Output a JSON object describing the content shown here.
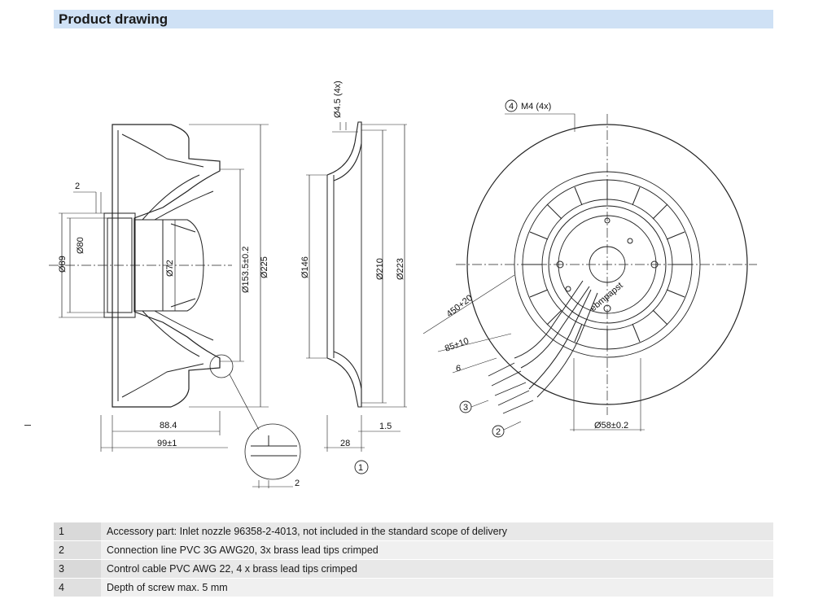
{
  "header": {
    "title": "Product drawing"
  },
  "dimensions": {
    "side_view": {
      "d89": "Ø89",
      "d80": "Ø80",
      "d72": "Ø72",
      "d153": "Ø153.5±0.2",
      "d225": "Ø225",
      "w2_top": "2",
      "w88": "88.4",
      "w99": "99±1",
      "w2_detail": "2"
    },
    "nozzle_view": {
      "d45": "Ø4.5 (4x)",
      "d146": "Ø146",
      "d210": "Ø210",
      "d223": "Ø223",
      "w15": "1.5",
      "w28": "28",
      "callout1": "1"
    },
    "front_view": {
      "callout4": "4",
      "m4": "M4 (4x)",
      "l450": "450+20",
      "l85": "85±10",
      "l6": "6",
      "callout3": "3",
      "callout2": "2",
      "d58": "Ø58±0.2",
      "brand": "ebmpapst"
    }
  },
  "legend": [
    {
      "num": "1",
      "text": "Accessory part: Inlet nozzle 96358-2-4013, not included in the standard scope of delivery"
    },
    {
      "num": "2",
      "text": "Connection line PVC 3G AWG20, 3x brass lead tips crimped"
    },
    {
      "num": "3",
      "text": "Control cable PVC AWG 22, 4 x brass lead tips crimped"
    },
    {
      "num": "4",
      "text": "Depth of screw max. 5 mm"
    }
  ]
}
